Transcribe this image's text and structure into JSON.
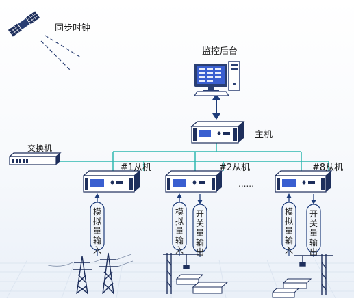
{
  "labels": {
    "sync_clock": "同步时钟",
    "monitor_backend": "监控后台",
    "host": "主机",
    "switch": "交换机",
    "slave1": "#1从机",
    "slave2": "#2从机",
    "slave8": "#8从机",
    "ellipsis": "......",
    "analog_input": "模拟量输入",
    "digital_output": "开关量输出"
  },
  "colors": {
    "line": "#2fb8b0",
    "device_dark": "#1e2f5c",
    "device_face": "#ffffff",
    "screen": "#3a5fd0",
    "arrow": "#1e3c7a"
  },
  "icons": [
    "satellite-icon",
    "computer-icon",
    "server-icon",
    "switch-icon",
    "power-tower-icon",
    "tower-crane-icon",
    "building-block-icon"
  ]
}
